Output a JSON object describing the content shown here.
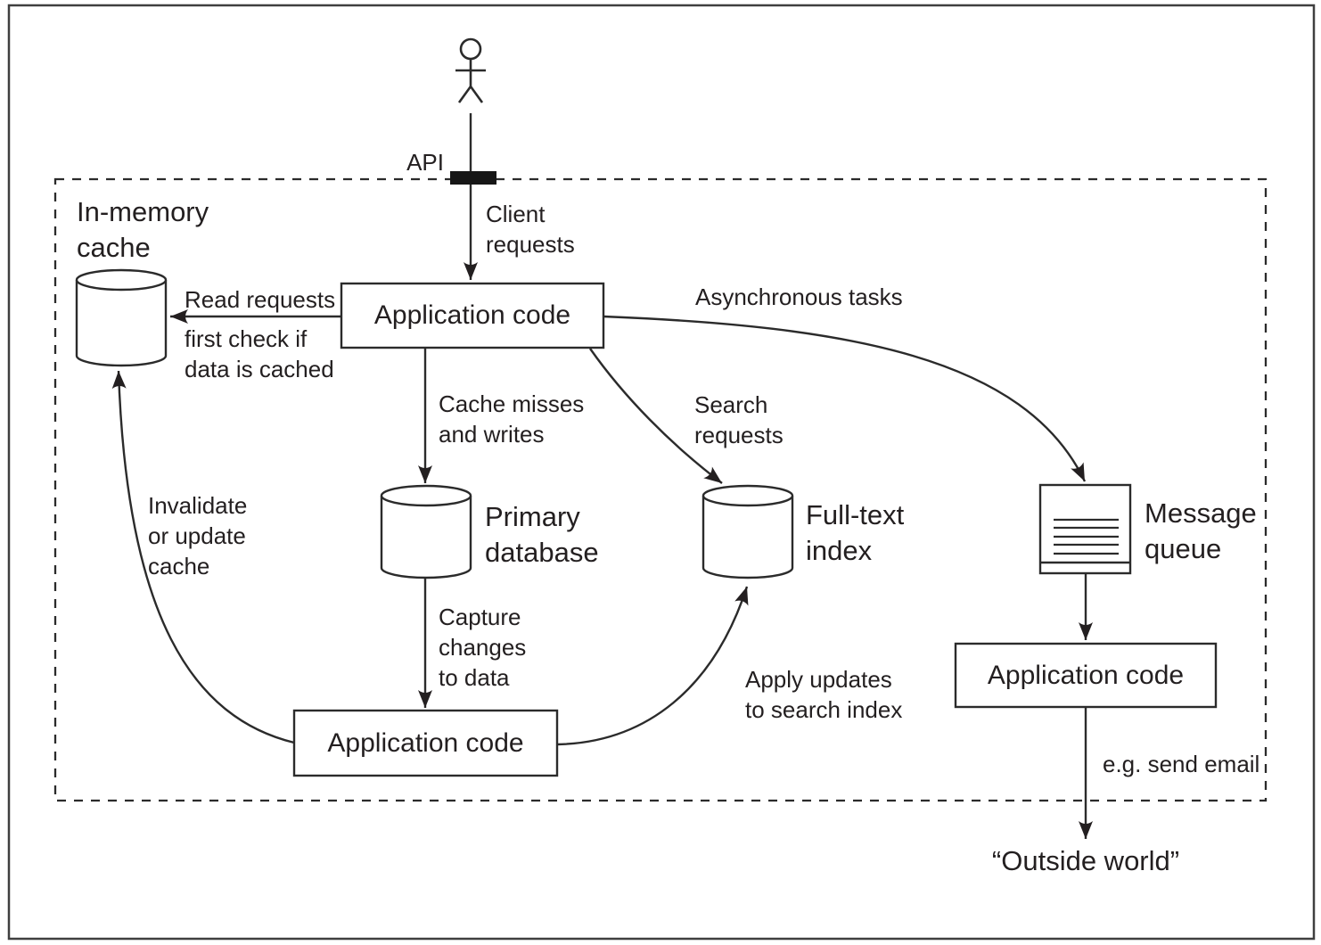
{
  "figure": {
    "description": "Architecture of a data system combining several components",
    "colors": {
      "ink": "#231f20",
      "line": "#2b2b2b",
      "background": "#ffffff"
    }
  },
  "boundary": {
    "api_label": "API"
  },
  "nodes": {
    "application_code": "Application code",
    "in_memory_cache": "In-memory\ncache",
    "primary_database": "Primary\ndatabase",
    "full_text_index": "Full-text\nindex",
    "message_queue": "Message\nqueue",
    "outside_world": "“Outside world”"
  },
  "edges": {
    "client_requests": "Client\nrequests",
    "read_requests": "Read requests",
    "read_requests_note": "first check if\ndata is cached",
    "asynchronous_tasks": "Asynchronous tasks",
    "cache_misses": "Cache misses\nand writes",
    "search_requests": "Search\nrequests",
    "invalidate_cache": "Invalidate\nor update\ncache",
    "capture_changes": "Capture\nchanges\nto data",
    "apply_updates": "Apply updates\nto search index",
    "send_email": "e.g. send email"
  }
}
